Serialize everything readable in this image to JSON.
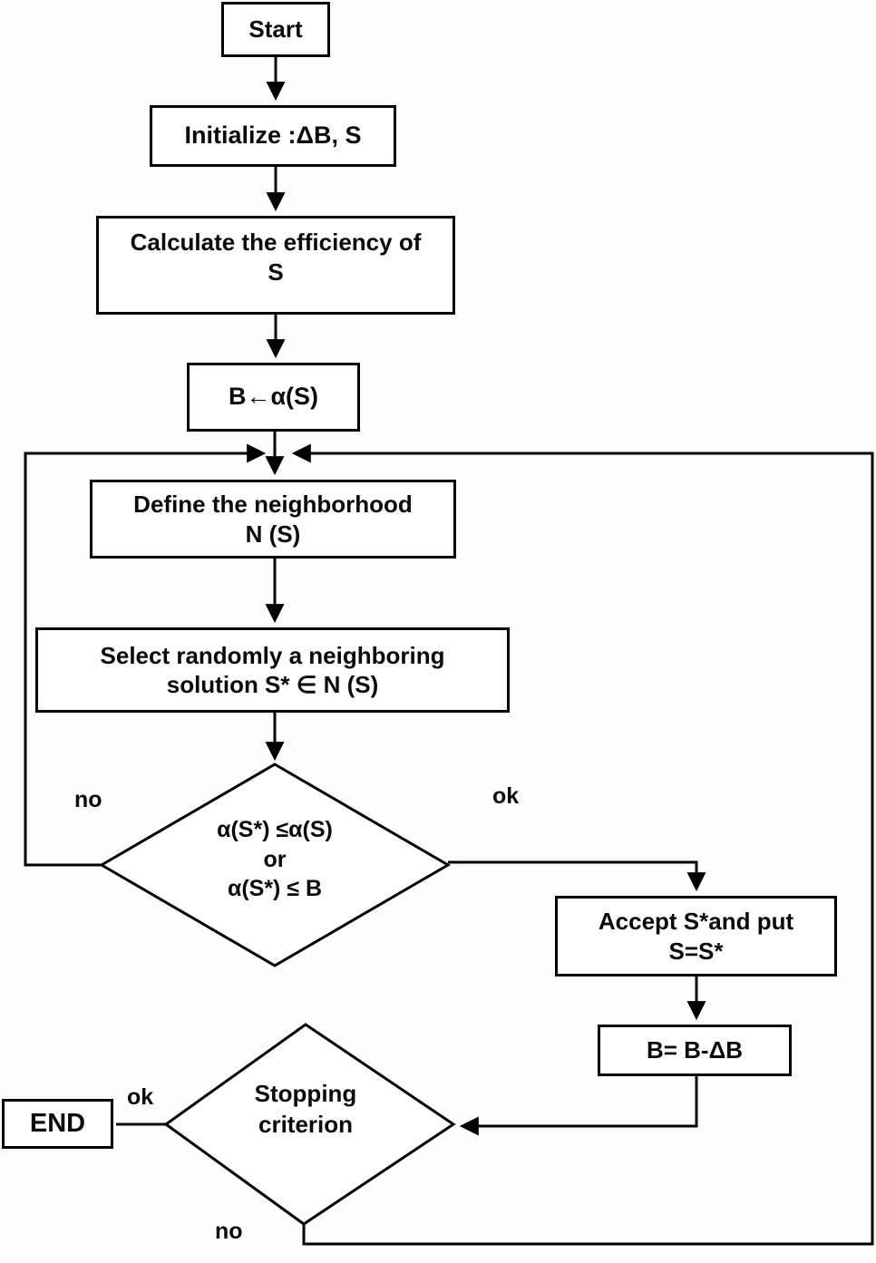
{
  "diagram": {
    "type": "flowchart",
    "colors": {
      "stroke": "#000000",
      "node_fill": "#ffffff",
      "background": "#fefefe"
    },
    "nodes": {
      "start": {
        "label": "Start"
      },
      "initialize": {
        "label": "Initialize :ΔB, S"
      },
      "calculate": {
        "line1": "Calculate the efficiency of",
        "line2": "S"
      },
      "assign_b": {
        "label": "B←α(S)"
      },
      "define": {
        "line1": "Define the neighborhood",
        "line2": "N (S)"
      },
      "select": {
        "line1": "Select randomly a neighboring",
        "line2": "solution S*  ∈ N (S)"
      },
      "decision1": {
        "line1": "α(S*) ≤α(S)",
        "line2": "or",
        "line3": "α(S*) ≤ B"
      },
      "accept": {
        "line1": "Accept S*and put",
        "line2": "S=S*"
      },
      "update_b": {
        "label": "B= B-ΔB"
      },
      "decision2": {
        "line1": "Stopping",
        "line2": "criterion"
      },
      "end": {
        "label": "END"
      }
    },
    "edge_labels": {
      "decision1_no": "no",
      "decision1_ok": "ok",
      "decision2_ok": "ok",
      "decision2_no": "no"
    }
  }
}
